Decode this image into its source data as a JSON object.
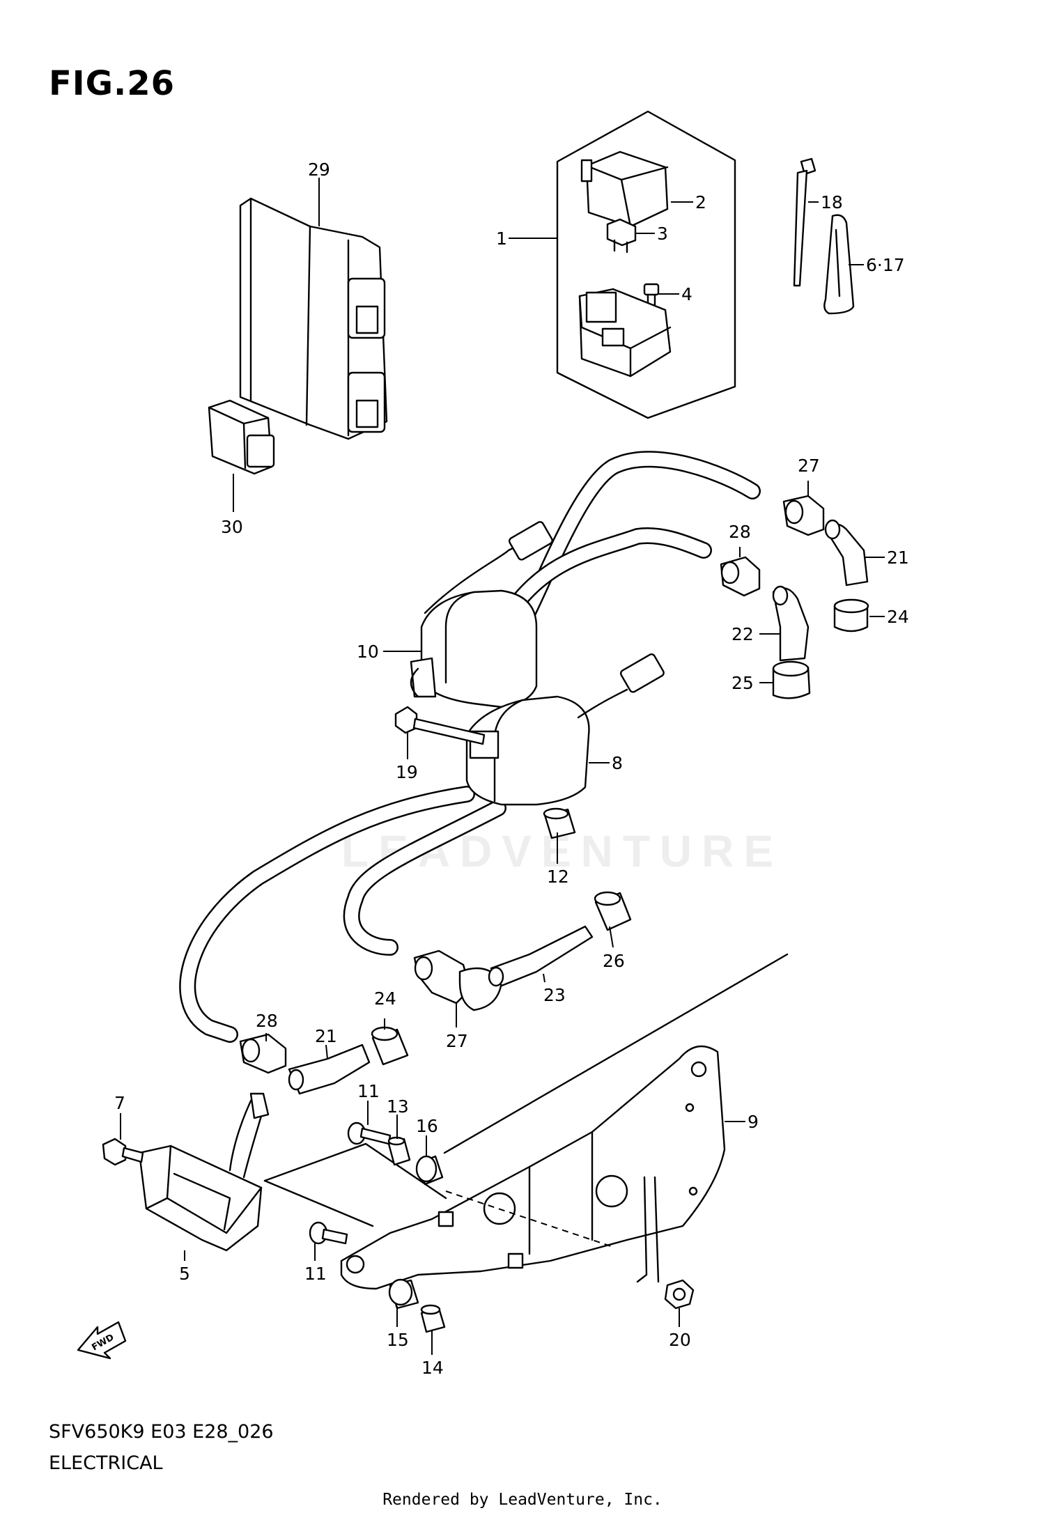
{
  "header": {
    "figure": "FIG.26"
  },
  "footer": {
    "model": "SFV650K9 E03 E28_026",
    "section": "ELECTRICAL",
    "rendered_by": "Rendered by LeadVenture, Inc."
  },
  "watermark": "LEADVENTURE",
  "fwd_badge": "FWD",
  "callouts": {
    "c1": "1",
    "c2": "2",
    "c3": "3",
    "c4": "4",
    "c5": "5",
    "c6_17": "6·17",
    "c7": "7",
    "c8": "8",
    "c9": "9",
    "c10": "10",
    "c11a": "11",
    "c11b": "11",
    "c12": "12",
    "c13": "13",
    "c14": "14",
    "c15": "15",
    "c16": "16",
    "c18": "18",
    "c19": "19",
    "c20": "20",
    "c21a": "21",
    "c21b": "21",
    "c22": "22",
    "c23": "23",
    "c24a": "24",
    "c24b": "24",
    "c25": "25",
    "c26": "26",
    "c27a": "27",
    "c27b": "27",
    "c28a": "28",
    "c28b": "28",
    "c29": "29",
    "c30": "30"
  }
}
